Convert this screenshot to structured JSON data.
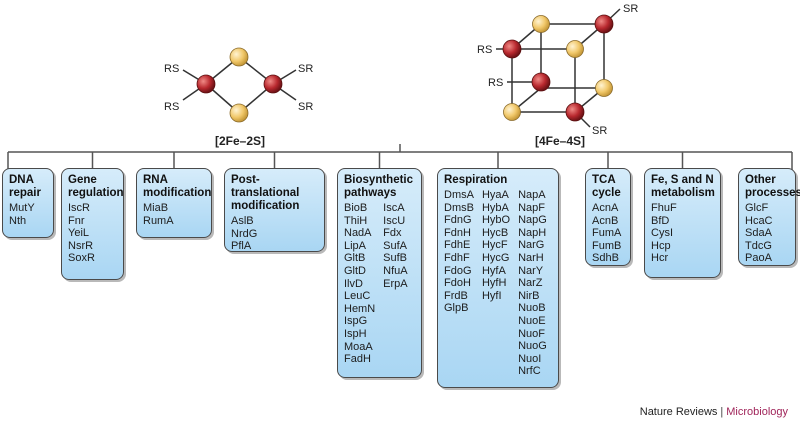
{
  "clusters": [
    {
      "name": "[2Fe–2S]",
      "ligand": "RS",
      "ligand_right": "SR"
    },
    {
      "name": "[4Fe–4S]",
      "ligand": "RS",
      "ligand_right": "SR"
    }
  ],
  "colors": {
    "iron": "#b8282e",
    "sulfur": "#f1c86a",
    "box_fill": "#b3dcf4",
    "box_border": "#4a4a4a",
    "journal": "#a0255a"
  },
  "categories": [
    {
      "title": "DNA\nrepair",
      "columns": [
        [
          "MutY",
          "Nth"
        ]
      ]
    },
    {
      "title": "Gene\nregulation",
      "columns": [
        [
          "IscR",
          "Fnr",
          "YeiL",
          "NsrR",
          "SoxR"
        ]
      ]
    },
    {
      "title": "RNA\nmodification",
      "columns": [
        [
          "MiaB",
          "RumA"
        ]
      ]
    },
    {
      "title": "Post-translational\nmodification",
      "columns": [
        [
          "AslB",
          "NrdG",
          "PflA"
        ]
      ]
    },
    {
      "title": "Biosynthetic\npathways",
      "columns": [
        [
          "BioB",
          "ThiH",
          "NadA",
          "LipA",
          "GltB",
          "GltD",
          "IlvD",
          "LeuC",
          "HemN",
          "IspG",
          "IspH",
          "MoaA",
          "FadH"
        ],
        [
          "IscA",
          "IscU",
          "Fdx",
          "SufA",
          "SufB",
          "NfuA",
          "ErpA"
        ]
      ]
    },
    {
      "title": "Respiration",
      "columns": [
        [
          "DmsA",
          "DmsB",
          "FdnG",
          "FdnH",
          "FdhE",
          "FdhF",
          "FdoG",
          "FdoH",
          "FrdB",
          "GlpB"
        ],
        [
          "HyaA",
          "HybA",
          "HybO",
          "HycB",
          "HycF",
          "HycG",
          "HyfA",
          "HyfH",
          "HyfI"
        ],
        [
          "NapA",
          "NapF",
          "NapG",
          "NapH",
          "NarG",
          "NarH",
          "NarY",
          "NarZ",
          "NirB",
          "NuoB",
          "NuoE",
          "NuoF",
          "NuoG",
          "NuoI",
          "NrfC"
        ]
      ]
    },
    {
      "title": "TCA\ncycle",
      "columns": [
        [
          "AcnA",
          "AcnB",
          "FumA",
          "FumB",
          "SdhB"
        ]
      ]
    },
    {
      "title": "Fe, S and N\nmetabolism",
      "columns": [
        [
          "FhuF",
          "BfD",
          "CysI",
          "Hcp",
          "Hcr"
        ]
      ]
    },
    {
      "title": "Other\nprocesses",
      "columns": [
        [
          "GlcF",
          "HcaC",
          "SdaA",
          "TdcG",
          "PaoA"
        ]
      ]
    }
  ],
  "credit": {
    "publisher": "Nature Reviews",
    "separator": "|",
    "journal": "Microbiology"
  }
}
